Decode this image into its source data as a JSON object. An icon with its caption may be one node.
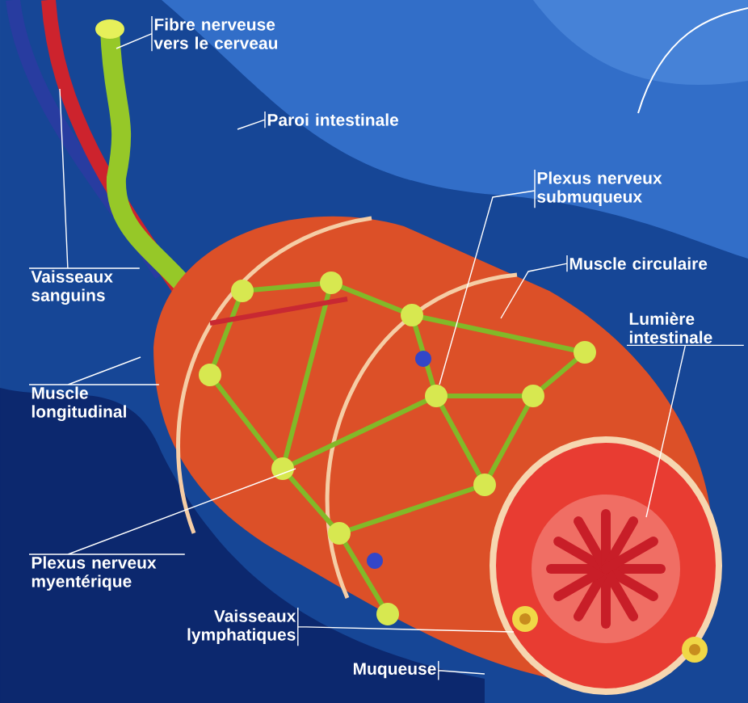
{
  "diagram": {
    "nodes": [
      {
        "text": [
          "Fibre nerveuse vers le cerveau"
        ]
      },
      {
        "text": [
          "Paroi intestinale"
        ]
      },
      {
        "text": [
          "Vaisseaux sanguins"
        ]
      },
      {
        "text": [
          "Plexus nerveux submuqueux"
        ]
      },
      {
        "text": [
          "Muscle circulaire"
        ]
      },
      {
        "text": [
          "Lumière intestinale"
        ]
      },
      {
        "text": [
          "Muscle longitudinal"
        ]
      },
      {
        "text": [
          "Plexus nerveux myentérique"
        ]
      },
      {
        "text": [
          "Vaisseaux lymphatiques"
        ]
      },
      {
        "text": [
          "Muqueuse"
        ]
      }
    ],
    "edges": [
      {
        "from": 0,
        "to": null,
        "arrow": "none"
      },
      {
        "from": 1,
        "to": null,
        "arrow": "none"
      },
      {
        "from": 2,
        "to": null,
        "arrow": "none"
      },
      {
        "from": 3,
        "to": null,
        "arrow": "none"
      },
      {
        "from": 4,
        "to": null,
        "arrow": "none"
      },
      {
        "from": 5,
        "to": null,
        "arrow": "none"
      },
      {
        "from": 6,
        "to": null,
        "arrow": "none"
      },
      {
        "from": 7,
        "to": null,
        "arrow": "none"
      },
      {
        "from": 8,
        "to": null,
        "arrow": "none"
      },
      {
        "from": 9,
        "to": null,
        "arrow": "none"
      }
    ]
  }
}
